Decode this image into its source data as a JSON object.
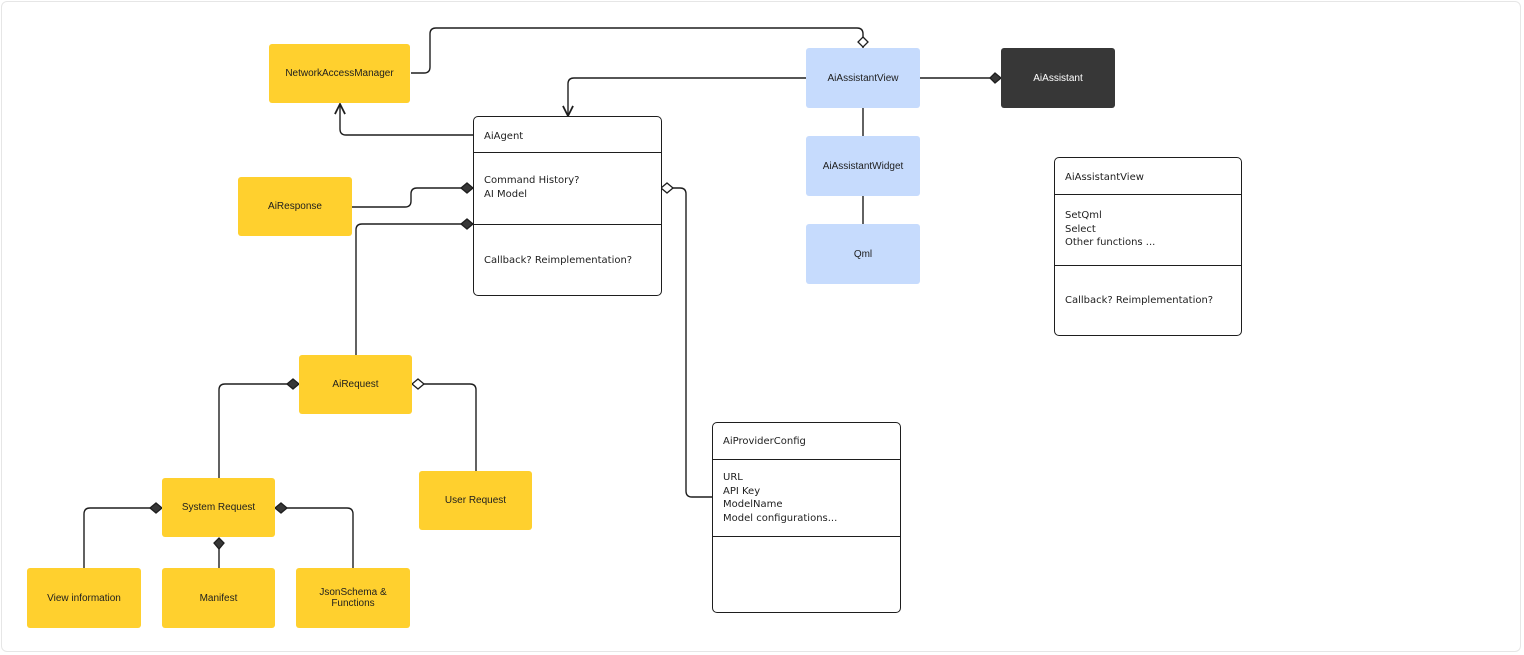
{
  "colors": {
    "yellow": "#ffd02e",
    "blue": "#c6dbfd",
    "dark": "#373737",
    "line": "#1e1e1e"
  },
  "nodes": {
    "network_access_manager": "NetworkAccessManager",
    "ai_response": "AiResponse",
    "ai_request": "AiRequest",
    "system_request": "System Request",
    "user_request": "User Request",
    "view_information": "View information",
    "manifest": "Manifest",
    "json_schema_functions": "JsonSchema & Functions",
    "ai_assistant_view": "AiAssistantView",
    "ai_assistant_widget": "AiAssistantWidget",
    "qml": "Qml",
    "ai_assistant": "AiAssistant"
  },
  "classes": {
    "ai_agent": {
      "title": "AiAgent",
      "attributes": [
        "Command History?",
        "AI Model"
      ],
      "methods": [
        "Callback? Reimplementation?"
      ]
    },
    "ai_provider_config": {
      "title": "AiProviderConfig",
      "attributes": [
        "URL",
        "API Key",
        "ModelName",
        "Model configurations..."
      ],
      "methods": []
    },
    "ai_assistant_view": {
      "title": "AiAssistantView",
      "attributes": [
        "SetQml",
        "Select",
        "Other functions ..."
      ],
      "methods": [
        "Callback? Reimplementation?"
      ]
    }
  }
}
